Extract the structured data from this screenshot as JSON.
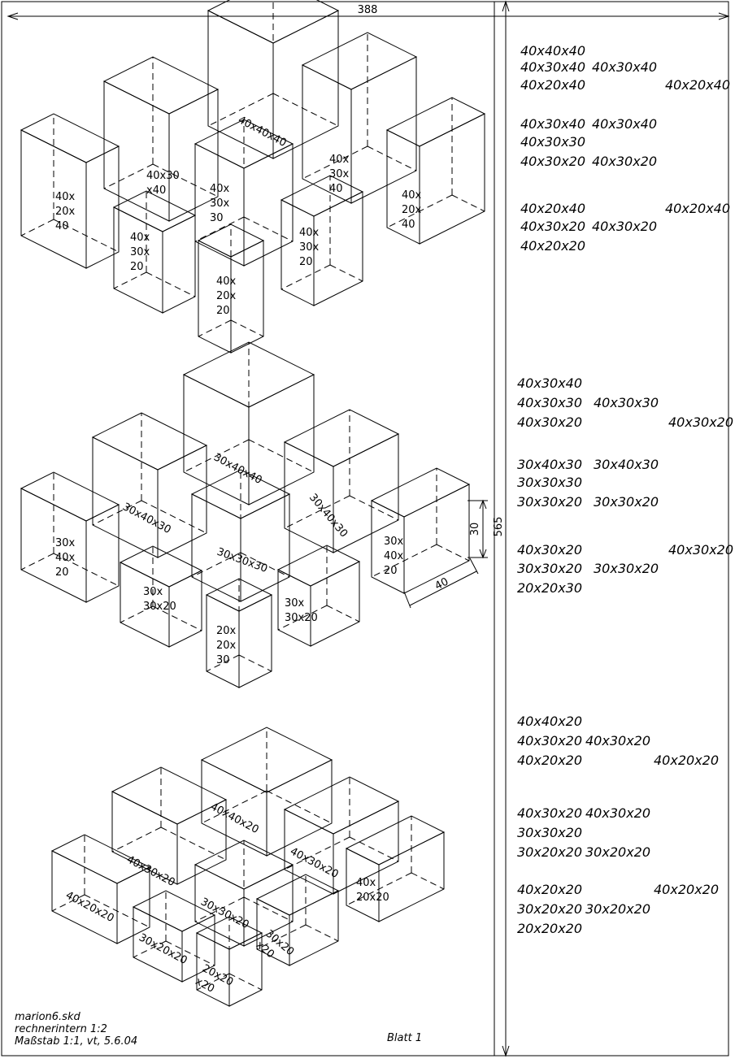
{
  "dimensions": {
    "width": "388",
    "height": "565",
    "box_depth": "30",
    "box_width": "40"
  },
  "title_block": {
    "file": "marion6.skd",
    "scale_internal": "rechnerintern  1:2",
    "scale_note": "Maßstab  1:1,  vt,  5.6.04",
    "sheet": "Blatt  1"
  },
  "groups": [
    {
      "boxes": [
        {
          "lines": [
            "40x40x40"
          ]
        },
        {
          "lines": [
            "40x30",
            "x40"
          ]
        },
        {
          "lines": [
            "40x",
            "30x",
            "30"
          ]
        },
        {
          "lines": [
            "40x",
            "30x",
            "40"
          ]
        },
        {
          "lines": [
            "40x",
            "20x",
            "40"
          ]
        },
        {
          "lines": [
            "40x",
            "20x",
            "40"
          ]
        },
        {
          "lines": [
            "40x",
            "30x",
            "20"
          ]
        },
        {
          "lines": [
            "40x",
            "30x",
            "20"
          ]
        },
        {
          "lines": [
            "40x",
            "20x",
            "20"
          ]
        }
      ],
      "legend": [
        [
          "40x40x40"
        ],
        [
          "40x30x40",
          "40x30x40"
        ],
        [
          "40x20x40",
          "40x20x40"
        ],
        [
          "40x30x40",
          "40x30x40"
        ],
        [
          "40x30x30"
        ],
        [
          "40x30x20",
          "40x30x20"
        ],
        [
          "40x20x40",
          "40x20x40"
        ],
        [
          "40x30x20",
          "40x30x20"
        ],
        [
          "40x20x20"
        ]
      ]
    },
    {
      "boxes": [
        {
          "lines": [
            "30x40x40"
          ]
        },
        {
          "lines": [
            "30x40x30"
          ]
        },
        {
          "lines": [
            "30x40x30"
          ]
        },
        {
          "lines": [
            "30x30x30"
          ]
        },
        {
          "lines": [
            "30x",
            "40x",
            "20"
          ]
        },
        {
          "lines": [
            "30x",
            "40x",
            "20"
          ]
        },
        {
          "lines": [
            "30x",
            "30x20"
          ]
        },
        {
          "lines": [
            "30x",
            "30x20"
          ]
        },
        {
          "lines": [
            "20x",
            "20x",
            "30"
          ]
        }
      ],
      "legend": [
        [
          "40x30x40"
        ],
        [
          "40x30x30",
          "40x30x30"
        ],
        [
          "40x30x20",
          "40x30x20"
        ],
        [
          "30x40x30",
          "30x40x30"
        ],
        [
          "30x30x30"
        ],
        [
          "30x30x20",
          "30x30x20"
        ],
        [
          "40x30x20",
          "40x30x20"
        ],
        [
          "30x30x20",
          "30x30x20"
        ],
        [
          "20x20x30"
        ]
      ]
    },
    {
      "boxes": [
        {
          "lines": [
            "40x40x20"
          ]
        },
        {
          "lines": [
            "40x30x20"
          ]
        },
        {
          "lines": [
            "40x30x20"
          ]
        },
        {
          "lines": [
            "30x30x20"
          ]
        },
        {
          "lines": [
            "40x20x20"
          ]
        },
        {
          "lines": [
            "40x",
            "20x20"
          ]
        },
        {
          "lines": [
            "30x20x20"
          ]
        },
        {
          "lines": [
            "30x20",
            "x20"
          ]
        },
        {
          "lines": [
            "20x20",
            "x20"
          ]
        }
      ],
      "legend": [
        [
          "40x40x20"
        ],
        [
          "40x30x20",
          "40x30x20"
        ],
        [
          "40x20x20",
          "40x20x20"
        ],
        [
          "40x30x20",
          "40x30x20"
        ],
        [
          "30x30x20"
        ],
        [
          "30x20x20",
          "30x20x20"
        ],
        [
          "40x20x20",
          "40x20x20"
        ],
        [
          "30x20x20",
          "30x20x20"
        ],
        [
          "20x20x20"
        ]
      ]
    }
  ]
}
